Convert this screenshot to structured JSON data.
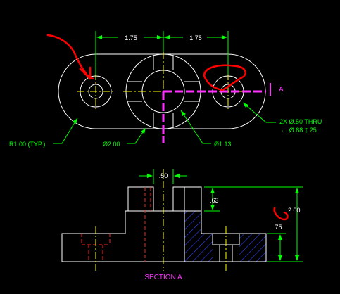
{
  "colors": {
    "background": "#000000",
    "geometry": "#ffffff",
    "dimension": "#00ff00",
    "centerline": "#ffff00",
    "hidden": "#ff2020",
    "section_line": "#ff33ff",
    "hatch": "#3344ff",
    "markup": "#ff0000"
  },
  "top_view": {
    "dim_left": "1.75",
    "dim_right": "1.75",
    "radius_note": "R1.00 (TYP.)",
    "center_diameter": "Ø2.00",
    "inner_diameter": "Ø1.13",
    "hole_note_line1": "2X Ø.50 THRU",
    "hole_note_line2": "⌴ Ø.88 ↧.25",
    "section_letter": "A"
  },
  "section_view": {
    "dim_top_width": ".50",
    "dim_slot_depth": ".63",
    "dim_height": "2.00",
    "dim_base_height": ".75",
    "caption": "SECTION A"
  }
}
